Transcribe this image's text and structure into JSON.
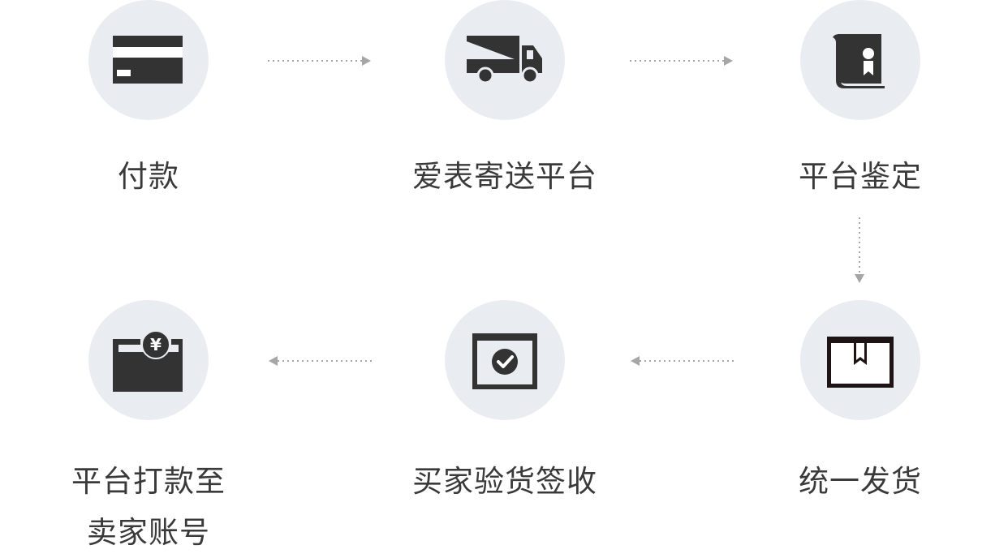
{
  "steps": [
    {
      "label": "付款",
      "icon": "credit-card-icon"
    },
    {
      "label": "爱表寄送平台",
      "icon": "delivery-truck-icon"
    },
    {
      "label": "平台鉴定",
      "icon": "certificate-icon"
    },
    {
      "label": "统一发货",
      "icon": "box-icon"
    },
    {
      "label": "买家验货签收",
      "icon": "checkmark-box-icon"
    },
    {
      "label_line1": "平台打款至",
      "label_line2": "卖家账号",
      "icon": "yuan-payout-icon"
    }
  ],
  "colors": {
    "circle": "#e9edf1",
    "icon": "#333333",
    "arrow": "#a6a6a6",
    "text": "#3a3a3a"
  }
}
